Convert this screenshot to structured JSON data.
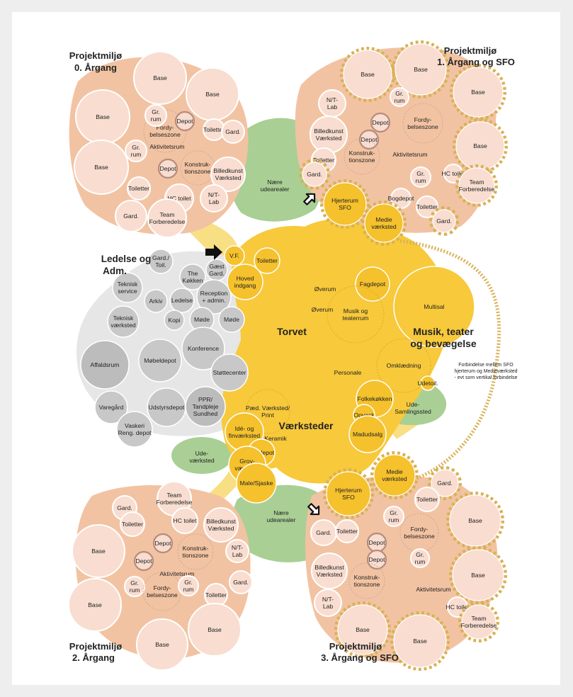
{
  "colors": {
    "background": "#eeeeee",
    "sheet": "#ffffff",
    "project_blob": "#f2c3a2",
    "project_room": "#f8ddd0",
    "room_outline": "#ffffff",
    "depot_ring": "#b78c7c",
    "yellow_light": "#f8df84",
    "yellow_main": "#f7c93b",
    "yellow_deep": "#f5c12c",
    "admin_blob": "#e6e6e6",
    "admin_room": "#c8c8c8",
    "admin_room_dark": "#bcbcbc",
    "green": "#a9cf95",
    "gear_border": "#d9b155",
    "arrow": "#111111"
  },
  "icons": {
    "entrance_arrow": "black-right-arrow-icon",
    "nature_arrow": "outlined-diagonal-arrow-icon"
  },
  "zones": {
    "pm0_line1": "Projektmiljø",
    "pm0_line2": "0. Årgang",
    "pm1_line1": "Projektmiljø",
    "pm1_line2": "1. Årgang og SFO",
    "pm2_line1": "Projektmiljø",
    "pm2_line2": "2. Årgang",
    "pm3_line1": "Projektmiljø",
    "pm3_line2": "3. Årgang og SFO",
    "ledelse_line1": "Ledelse og",
    "ledelse_line2": "Adm.",
    "torvet": "Torvet",
    "vaerksteder": "Værksteder",
    "musik_line1": "Musik, teater",
    "musik_line2": "og bevægelse"
  },
  "connection_note": {
    "line1": "Forbindelse mellem SFO",
    "line2": "hjerterum og Medieværksted",
    "line3": "- evt som vertikal forbindelse"
  },
  "green_areas": {
    "naere_top": [
      "Nære",
      "udearealer"
    ],
    "naere_bottom": [
      "Nære",
      "udearealer"
    ],
    "ude_vaerksted": [
      "Ude-",
      "værksted"
    ],
    "ude_samlingssted": [
      "Ude-",
      "Samlingssted"
    ]
  },
  "pm0": {
    "base_1": "Base",
    "base_2": "Base",
    "base_3": "Base",
    "base_4": "Base",
    "gr_rum_1": [
      "Gr.",
      "rum"
    ],
    "gr_rum_2": [
      "Gr.",
      "rum"
    ],
    "fordybelseszone": [
      "Fordy-",
      "belseszone"
    ],
    "depot_1": "Depot",
    "depot_2": "Depot",
    "toiletter_1": "Toiletter",
    "toiletter_2": "Toiletter",
    "gard_1": "Gard.",
    "gard_2": "Gard.",
    "aktivitetsrum": "Aktivitetsrum",
    "konstruktionszone": [
      "Konstruk-",
      "tionszone"
    ],
    "billedkunst": [
      "Billedkunst",
      "Værksted"
    ],
    "nt_lab": [
      "N/T-",
      "Lab"
    ],
    "hc_toilet": "HC toilet",
    "team": [
      "Team",
      "Forberedelse"
    ]
  },
  "pm1": {
    "base_1": "Base",
    "base_2": "Base",
    "base_3": "Base",
    "base_4": "Base",
    "nt_lab": [
      "N/T-",
      "Lab"
    ],
    "gr_rum_1": [
      "Gr.",
      "rum"
    ],
    "gr_rum_2": [
      "Gr.",
      "rum"
    ],
    "fordybelseszone": [
      "Fordy-",
      "belseszone"
    ],
    "billedkunst": [
      "Billedkunst",
      "Værksted"
    ],
    "depot_1": "Depot",
    "depot_2": "Depot",
    "toiletter_1": "Toiletter",
    "toiletter_2": "Toiletter",
    "konstruktionszone": [
      "Konstruk-",
      "tionszone"
    ],
    "aktivitetsrum": "Aktivitetsrum",
    "gard_1": "Gard.",
    "gard_2": "Gard.",
    "hc_toilet": "HC toilet",
    "team": [
      "Team",
      "Forberedelse"
    ],
    "hjerterum": [
      "Hjerterum",
      "SFO"
    ],
    "bogdepot": "Bogdepot",
    "medie": [
      "Medie",
      "værksted"
    ]
  },
  "pm2": {
    "base_1": "Base",
    "base_2": "Base",
    "base_3": "Base",
    "base_4": "Base",
    "gard_1": "Gard.",
    "gard_2": "Gard.",
    "team": [
      "Team",
      "Forberedelse"
    ],
    "toiletter_1": "Toiletter",
    "toiletter_2": "Toiletter",
    "hc_toilet": "HC toilet",
    "billedkunst": [
      "Billedkunst",
      "Værksted"
    ],
    "depot_1": "Depot",
    "depot_2": "Depot",
    "konstruktionszone": [
      "Konstruk-",
      "tionszone"
    ],
    "nt_lab": [
      "N/T-",
      "Lab"
    ],
    "aktivitetsrum": "Aktivitetsrum",
    "gr_rum_1": [
      "Gr.",
      "rum"
    ],
    "gr_rum_2": [
      "Gr.",
      "rum"
    ],
    "fordybelseszone": [
      "Fordy-",
      "belseszone"
    ]
  },
  "pm3": {
    "hjerterum": [
      "Hjerterum",
      "SFO"
    ],
    "medie": [
      "Medie",
      "værksted"
    ],
    "gard_1": "Gard.",
    "gard_2": "Gard.",
    "toiletter_1": "Toiletter",
    "toiletter_2": "Toiletter",
    "gr_rum_1": [
      "Gr.",
      "rum"
    ],
    "gr_rum_2": [
      "Gr.",
      "rum"
    ],
    "fordybelseszone": [
      "Fordy-",
      "belseszone"
    ],
    "depot_1": "Depot",
    "depot_2": "Depot",
    "billedkunst": [
      "Billedkunst",
      "Værksted"
    ],
    "konstruktionszone": [
      "Konstruk-",
      "tionszone"
    ],
    "aktivitetsrum": "Aktivitetsrum",
    "nt_lab": [
      "N/T-",
      "Lab"
    ],
    "hc_toilet": "HC toilet",
    "team": [
      "Team",
      "Forberedelse"
    ],
    "base_1": "Base",
    "base_2": "Base",
    "base_3": "Base",
    "base_4": "Base"
  },
  "admin": {
    "gard_toil": [
      "Gard./",
      "Toil."
    ],
    "the_kokken": [
      "The",
      "Køkken"
    ],
    "gaest_gard": [
      "Gæst",
      "Gard."
    ],
    "reception": [
      "Reception",
      "+ admin."
    ],
    "teknisk_service": [
      "Teknisk",
      "service"
    ],
    "arkiv": "Arkiv",
    "ledelse": "Ledelse",
    "teknisk_vaerksted": [
      "Teknisk",
      "værksted"
    ],
    "kopi": "Kopi",
    "mode_1": "Møde",
    "mode_2": "Møde",
    "konference": "Konference",
    "affaldsrum": "Affaldsrum",
    "mobeldepot": "Møbeldepot",
    "stottecenter": "Støttecenter",
    "varegard": "Varegård",
    "udstyrsdepot": "Udstyrsdepot",
    "ppr": [
      "PPR/",
      "Tandpleje",
      "Sundhed"
    ],
    "vaskeri": [
      "Vaskeri",
      "Reng. depot"
    ]
  },
  "torvet": {
    "vf": "V.F.",
    "toiletter": "Toiletter",
    "hoved": [
      "Hoved",
      "indgang"
    ],
    "fagdepot": "Fagdepot",
    "overum_1": "Øverum",
    "overum_2": "Øverum",
    "musik_teater": [
      "Musik og",
      "teaterrum"
    ],
    "multisal": "Multisal",
    "personale": "Personale",
    "omklaedning": "Omklædning",
    "udetoil": "Udetoil.",
    "folkekokken": "Folkekøkken",
    "opvask": "Opvask",
    "madudsalg": "Madudsalg"
  },
  "vaerk": {
    "paed": [
      "Pæd. Værksted/",
      "Print"
    ],
    "ide": [
      "Idé- og",
      "finværksted"
    ],
    "keramik": "Keramik",
    "fagdepot": "Fagdepot",
    "grov": [
      "Grov-",
      "værksted"
    ],
    "male": "Male/Sjaske"
  }
}
